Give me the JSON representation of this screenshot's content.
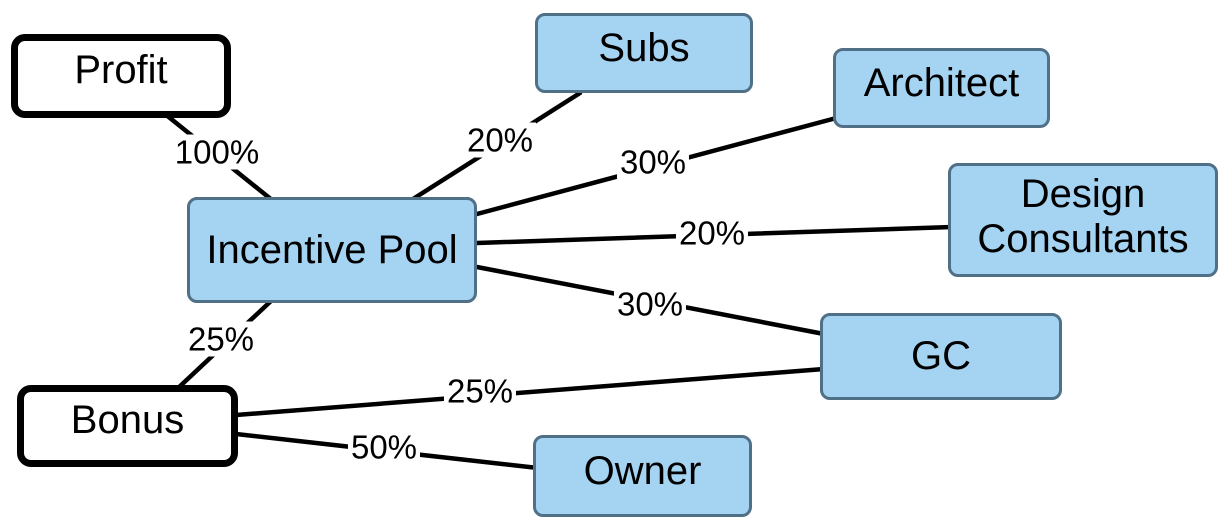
{
  "diagram": {
    "nodes": {
      "profit": {
        "label": "Profit"
      },
      "subs": {
        "label": "Subs"
      },
      "architect": {
        "label": "Architect"
      },
      "design_consultants": {
        "label": "Design Consultants"
      },
      "incentive_pool": {
        "label": "Incentive Pool"
      },
      "gc": {
        "label": "GC"
      },
      "bonus": {
        "label": "Bonus"
      },
      "owner": {
        "label": "Owner"
      }
    },
    "edges": [
      {
        "from": "Profit",
        "to": "Incentive Pool",
        "label": "100%"
      },
      {
        "from": "Incentive Pool",
        "to": "Subs",
        "label": "20%"
      },
      {
        "from": "Incentive Pool",
        "to": "Architect",
        "label": "30%"
      },
      {
        "from": "Incentive Pool",
        "to": "Design Consultants",
        "label": "20%"
      },
      {
        "from": "Incentive Pool",
        "to": "GC",
        "label": "30%"
      },
      {
        "from": "Incentive Pool",
        "to": "Bonus",
        "label": "25%"
      },
      {
        "from": "Bonus",
        "to": "GC",
        "label": "25%"
      },
      {
        "from": "Bonus",
        "to": "Owner",
        "label": "50%"
      }
    ],
    "colors": {
      "node_fill": "#A5D3F2",
      "node_border": "#4F7086",
      "plain_node_fill": "#FFFFFF",
      "plain_node_border": "#000000",
      "edge_line": "#000000",
      "text": "#000000",
      "background": "#FFFFFF"
    }
  }
}
